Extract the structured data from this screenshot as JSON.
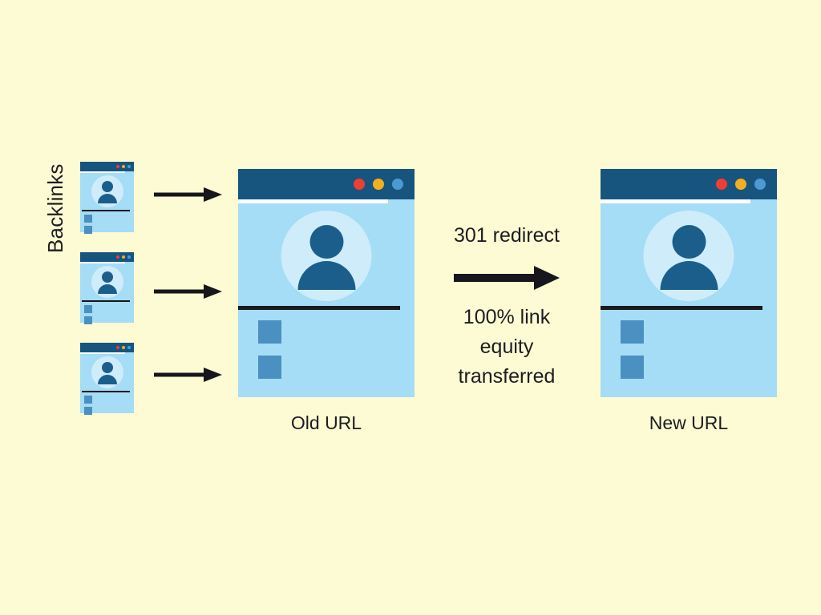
{
  "diagram": {
    "title": "301 redirect link equity transfer",
    "background_color": "#FDFBD3"
  },
  "backlinks": {
    "label": "Backlinks",
    "count": 3,
    "arrow_icon": "arrow-right-icon",
    "items": [
      {
        "name": "backlink-thumbnail-1"
      },
      {
        "name": "backlink-thumbnail-2"
      },
      {
        "name": "backlink-thumbnail-3"
      }
    ]
  },
  "old_page": {
    "caption": "Old URL",
    "window_dots": [
      "red",
      "yellow",
      "blue"
    ],
    "avatar_icon": "user-avatar-icon"
  },
  "new_page": {
    "caption": "New URL",
    "window_dots": [
      "red",
      "yellow",
      "blue"
    ],
    "avatar_icon": "user-avatar-icon"
  },
  "redirect": {
    "top_label": "301 redirect",
    "arrow_icon": "arrow-right-icon",
    "bottom_label_line1": "100% link",
    "bottom_label_line2": "equity",
    "bottom_label_line3": "transferred"
  },
  "colors": {
    "background": "#FDFBD3",
    "window_titlebar": "#17557F",
    "window_body": "#A5DCF6",
    "avatar_circle": "#CFECFB",
    "avatar_figure": "#1B5E8C",
    "content_accent": "#4A90C0",
    "rule": "#1a1a20",
    "dot_red": "#EF3E33",
    "dot_yellow": "#F2B01E",
    "dot_blue": "#4A9BD1",
    "text": "#1d1d22"
  }
}
